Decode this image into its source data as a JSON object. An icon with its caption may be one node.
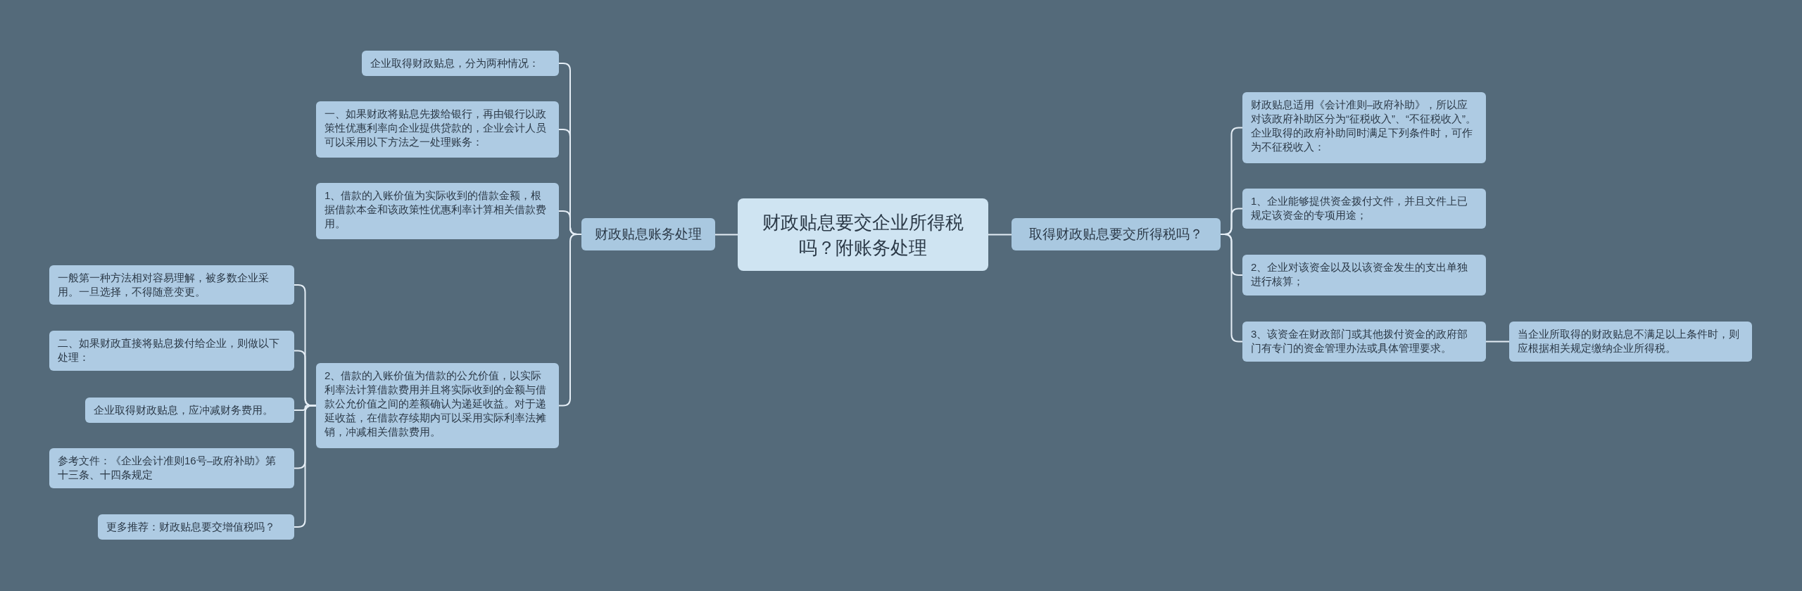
{
  "diagram": {
    "nodes": [
      {
        "text": [
          "财政贴息要交企业所得税吗？附账务处理"
        ]
      },
      {
        "text": [
          "财政贴息账务处理"
        ]
      },
      {
        "text": [
          "企业取得财政贴息，分为两种情况："
        ]
      },
      {
        "text": [
          "一、如果财政将贴息先拨给银行，再由银行以政策性优惠利率向企业提供贷款的，企业会计人员可以采用以下方法之一处理账务："
        ]
      },
      {
        "text": [
          "1、借款的入账价值为实际收到的借款金额，根据借款本金和该政策性优惠利率计算相关借款费用。"
        ]
      },
      {
        "text": [
          "2、借款的入账价值为借款的公允价值，以实际利率法计算借款费用并且将实际收到的金额与借款公允价值之间的差额确认为递延收益。对于递延收益，在借款存续期内可以采用实际利率法摊销，冲减相关借款费用。"
        ]
      },
      {
        "text": [
          "一般第一种方法相对容易理解，被多数企业采用。一旦选择，不得随意变更。"
        ]
      },
      {
        "text": [
          "二、如果财政直接将贴息拨付给企业，则做以下处理："
        ]
      },
      {
        "text": [
          "企业取得财政贴息，应冲减财务费用。"
        ]
      },
      {
        "text": [
          "参考文件：《企业会计准则16号–政府补助》第十三条、十四条规定"
        ]
      },
      {
        "text": [
          "更多推荐：财政贴息要交增值税吗？"
        ]
      },
      {
        "text": [
          "取得财政贴息要交所得税吗？"
        ]
      },
      {
        "text": [
          "财政贴息适用《会计准则–政府补助》，所以应对该政府补助区分为“征税收入”、“不征税收入”。企业取得的政府补助同时满足下列条件时，可作为不征税收入："
        ]
      },
      {
        "text": [
          "1、企业能够提供资金拨付文件，并且文件上已规定该资金的专项用途；"
        ]
      },
      {
        "text": [
          "2、企业对该资金以及以该资金发生的支出单独进行核算；"
        ]
      },
      {
        "text": [
          "3、该资金在财政部门或其他拨付资金的政府部门有专门的资金管理办法或具体管理要求。"
        ]
      },
      {
        "text": [
          "当企业所取得的财政贴息不满足以上条件时，则应根据相关规定缴纳企业所得税。"
        ]
      }
    ],
    "edges": [
      {
        "from": 0,
        "to": 1,
        "arrow": "none"
      },
      {
        "from": 1,
        "to": 2,
        "arrow": "none"
      },
      {
        "from": 1,
        "to": 3,
        "arrow": "none"
      },
      {
        "from": 1,
        "to": 4,
        "arrow": "none"
      },
      {
        "from": 1,
        "to": 5,
        "arrow": "none"
      },
      {
        "from": 5,
        "to": 6,
        "arrow": "none"
      },
      {
        "from": 5,
        "to": 7,
        "arrow": "none"
      },
      {
        "from": 5,
        "to": 8,
        "arrow": "none"
      },
      {
        "from": 5,
        "to": 9,
        "arrow": "none"
      },
      {
        "from": 5,
        "to": 10,
        "arrow": "none"
      },
      {
        "from": 0,
        "to": 11,
        "arrow": "none"
      },
      {
        "from": 11,
        "to": 12,
        "arrow": "none"
      },
      {
        "from": 11,
        "to": 13,
        "arrow": "none"
      },
      {
        "from": 11,
        "to": 14,
        "arrow": "none"
      },
      {
        "from": 11,
        "to": 15,
        "arrow": "none"
      },
      {
        "from": 15,
        "to": 16,
        "arrow": "none"
      }
    ]
  }
}
